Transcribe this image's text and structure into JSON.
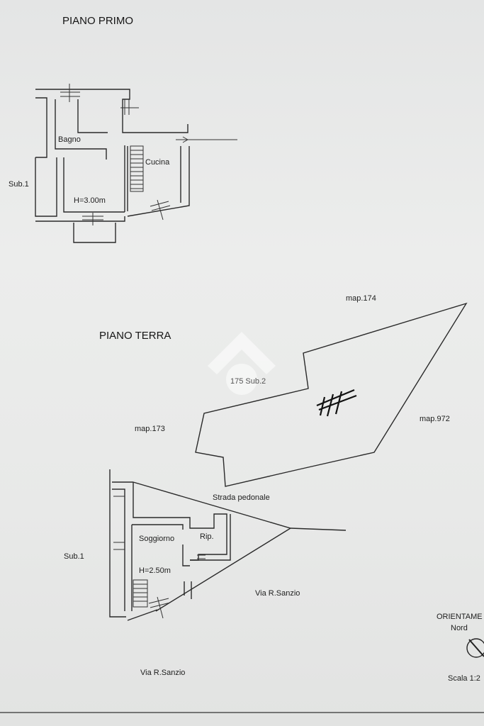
{
  "headings": {
    "first_floor": "PIANO PRIMO",
    "ground_floor": "PIANO TERRA"
  },
  "first_floor_rooms": {
    "bagno": "Bagno",
    "cucina": "Cucina",
    "height": "H=3.00m",
    "sub_left": "Sub.1"
  },
  "site_labels": {
    "map174": "map.174",
    "map173": "map.173",
    "map972": "map.972",
    "watermark": "175 Sub.2",
    "strada": "Strada pedonale",
    "via_upper": "Via R.Sanzio",
    "via_lower": "Via R.Sanzio"
  },
  "ground_floor_rooms": {
    "soggiorno": "Soggiorno",
    "rip": "Rip.",
    "height": "H=2.50m",
    "sub_left": "Sub.1"
  },
  "legend": {
    "orientation": "ORIENTAME",
    "north": "Nord",
    "scale": "Scala 1:2"
  },
  "colors": {
    "paper": "#e9eaea",
    "ink": "#1d1d1d"
  }
}
